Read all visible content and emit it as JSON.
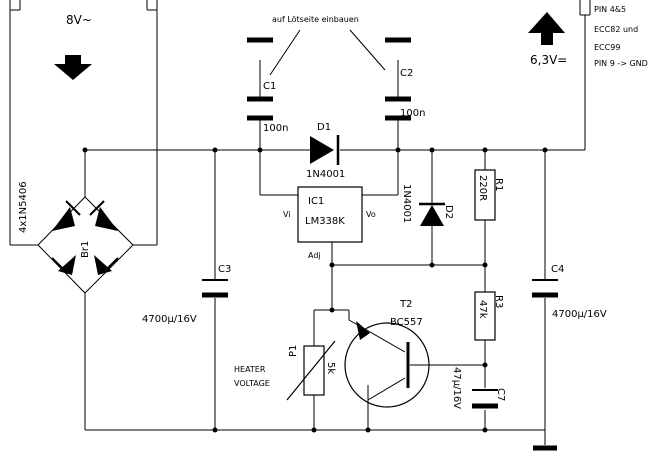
{
  "labels": {
    "ac_voltage": "8V~",
    "out_voltage": "6,3V=",
    "pin_note_1": "PIN 4&5",
    "pin_note_2": "ECC82 und",
    "pin_note_3": "ECC99",
    "pin_note_4": "PIN 9 -> GND",
    "solder_side_note": "auf Lötseite einbauen",
    "c1": "C1",
    "c1_value": "100n",
    "c2": "C2",
    "c2_value": "100n",
    "d1": "D1",
    "d1_value": "1N4001",
    "ic1": "IC1",
    "ic1_value": "LM338K",
    "ic_vi": "Vi",
    "ic_vo": "Vo",
    "ic_adj": "Adj",
    "d2": "D2",
    "d2_value": "1N4001",
    "r1": "R1",
    "r1_value": "220R",
    "r3": "R3",
    "r3_value": "47k",
    "br1": "Br1",
    "br1_value": "4x1N5406",
    "c3": "C3",
    "c3_value": "4700µ/16V",
    "c4": "C4",
    "c4_value": "4700µ/16V",
    "t2": "T2",
    "t2_value": "BC557",
    "p1": "P1",
    "p1_value": "5k",
    "heater_1": "HEATER",
    "heater_2": "VOLTAGE",
    "c7": "C7",
    "c7_value": "47µ/16V"
  }
}
